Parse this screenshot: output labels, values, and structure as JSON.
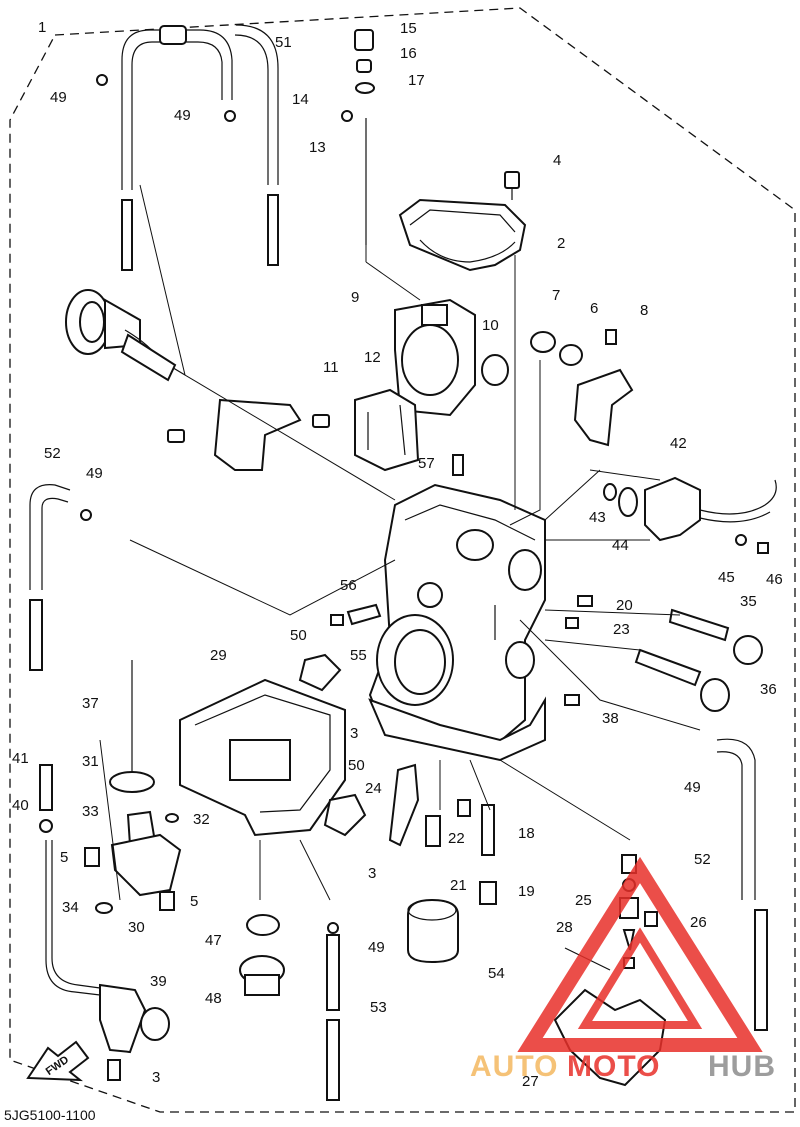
{
  "diagram": {
    "callouts": [
      "1",
      "2",
      "3",
      "4",
      "5",
      "6",
      "7",
      "8",
      "9",
      "10",
      "11",
      "12",
      "13",
      "14",
      "15",
      "16",
      "17",
      "18",
      "19",
      "20",
      "21",
      "22",
      "23",
      "24",
      "25",
      "26",
      "27",
      "28",
      "29",
      "30",
      "31",
      "32",
      "33",
      "34",
      "35",
      "36",
      "37",
      "38",
      "39",
      "40",
      "41",
      "42",
      "43",
      "44",
      "45",
      "46",
      "47",
      "48",
      "49",
      "50",
      "51",
      "52",
      "53",
      "54",
      "55",
      "56",
      "57"
    ],
    "callouts_repeat": {
      "c3b": "3",
      "c3c": "3",
      "c3d": "3",
      "c5b": "5",
      "c49b": "49",
      "c49c": "49",
      "c49d": "49",
      "c49e": "49",
      "c50b": "50",
      "c52b": "52"
    },
    "diagram_code": "5JG5100-1100",
    "direction_badge": "FWD"
  },
  "watermark": {
    "brand_part1": "AUTO",
    "brand_part2": "MOTO",
    "brand_part3": "HUB",
    "colors": {
      "triangle": "#e8302a",
      "auto": "#f4b860",
      "hub": "#8c8c8c"
    }
  }
}
